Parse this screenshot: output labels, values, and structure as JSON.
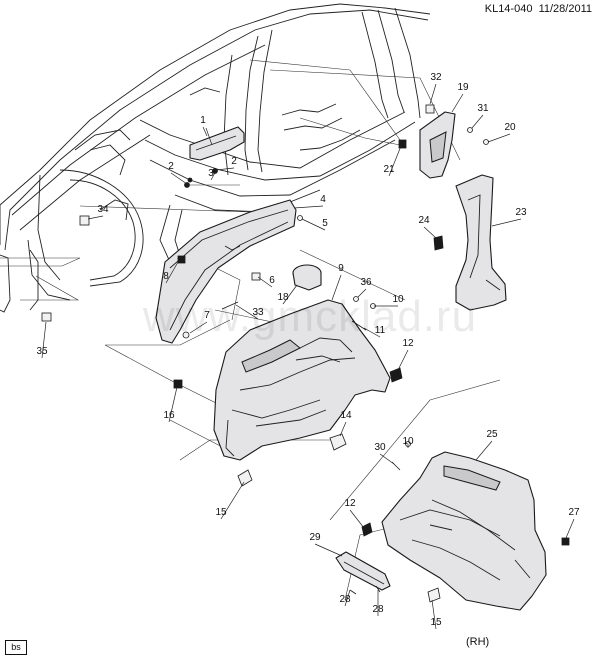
{
  "header": {
    "code": "KL14-040",
    "date": "11/28/2011"
  },
  "watermark": "www.gmcklad.ru",
  "side_note": "(RH)",
  "corner_icon": "bs",
  "callouts": [
    "1",
    "2",
    "2",
    "3",
    "4",
    "5",
    "6",
    "7",
    "8",
    "9",
    "10",
    "10",
    "11",
    "12",
    "12",
    "14",
    "15",
    "15",
    "16",
    "18",
    "19",
    "20",
    "21",
    "23",
    "24",
    "25",
    "27",
    "28",
    "28",
    "29",
    "30",
    "31",
    "32",
    "33",
    "34",
    "35",
    "36"
  ]
}
